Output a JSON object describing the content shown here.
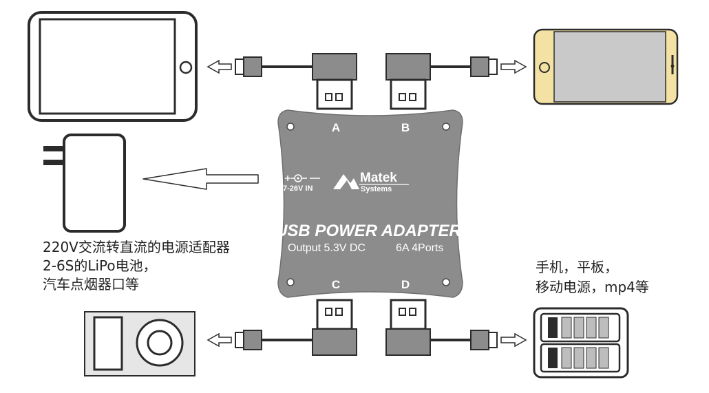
{
  "adapter": {
    "port_a": "A",
    "port_b": "B",
    "port_c": "C",
    "port_d": "D",
    "dc_in_label": "7-26V IN",
    "brand_name": "Matek",
    "brand_sub": "Systems",
    "title": "USB POWER ADAPTER",
    "output_spec": "Output 5.3V DC",
    "port_spec": "6A 4Ports"
  },
  "input_sources": [
    "220V交流转直流的电源适配器",
    "2-6S的LiPo电池，",
    "汽车点烟器口等"
  ],
  "output_devices": [
    "手机，平板，",
    "移动电源，mp4等"
  ],
  "icons": {
    "tablet": "tablet-icon",
    "phone": "smartphone-icon",
    "charger": "wall-adapter-icon",
    "mp3": "media-player-icon",
    "powerbank": "battery-pack-icon"
  },
  "colors": {
    "adapter_body": "#8c8c8c",
    "phone_body": "#f3e2a3",
    "outline": "#2b2b2b"
  }
}
